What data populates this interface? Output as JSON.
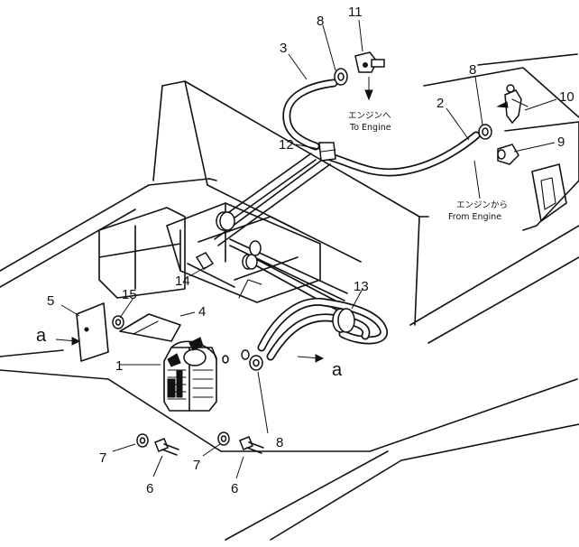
{
  "callouts": {
    "c1": "1",
    "c2": "2",
    "c3": "3",
    "c4": "4",
    "c5": "5",
    "c6a": "6",
    "c6b": "6",
    "c7a": "7",
    "c7b": "7",
    "c8a": "8",
    "c8b": "8",
    "c8c": "8",
    "c9": "9",
    "c10": "10",
    "c11": "11",
    "c12": "12",
    "c13": "13",
    "c14": "14",
    "c15": "15",
    "a_left": "a",
    "a_right": "a"
  },
  "notes": {
    "to_engine_jp": "エンジンへ",
    "to_engine_en": "To Engine",
    "from_engine_jp": "エンジンから",
    "from_engine_en": "From Engine"
  }
}
